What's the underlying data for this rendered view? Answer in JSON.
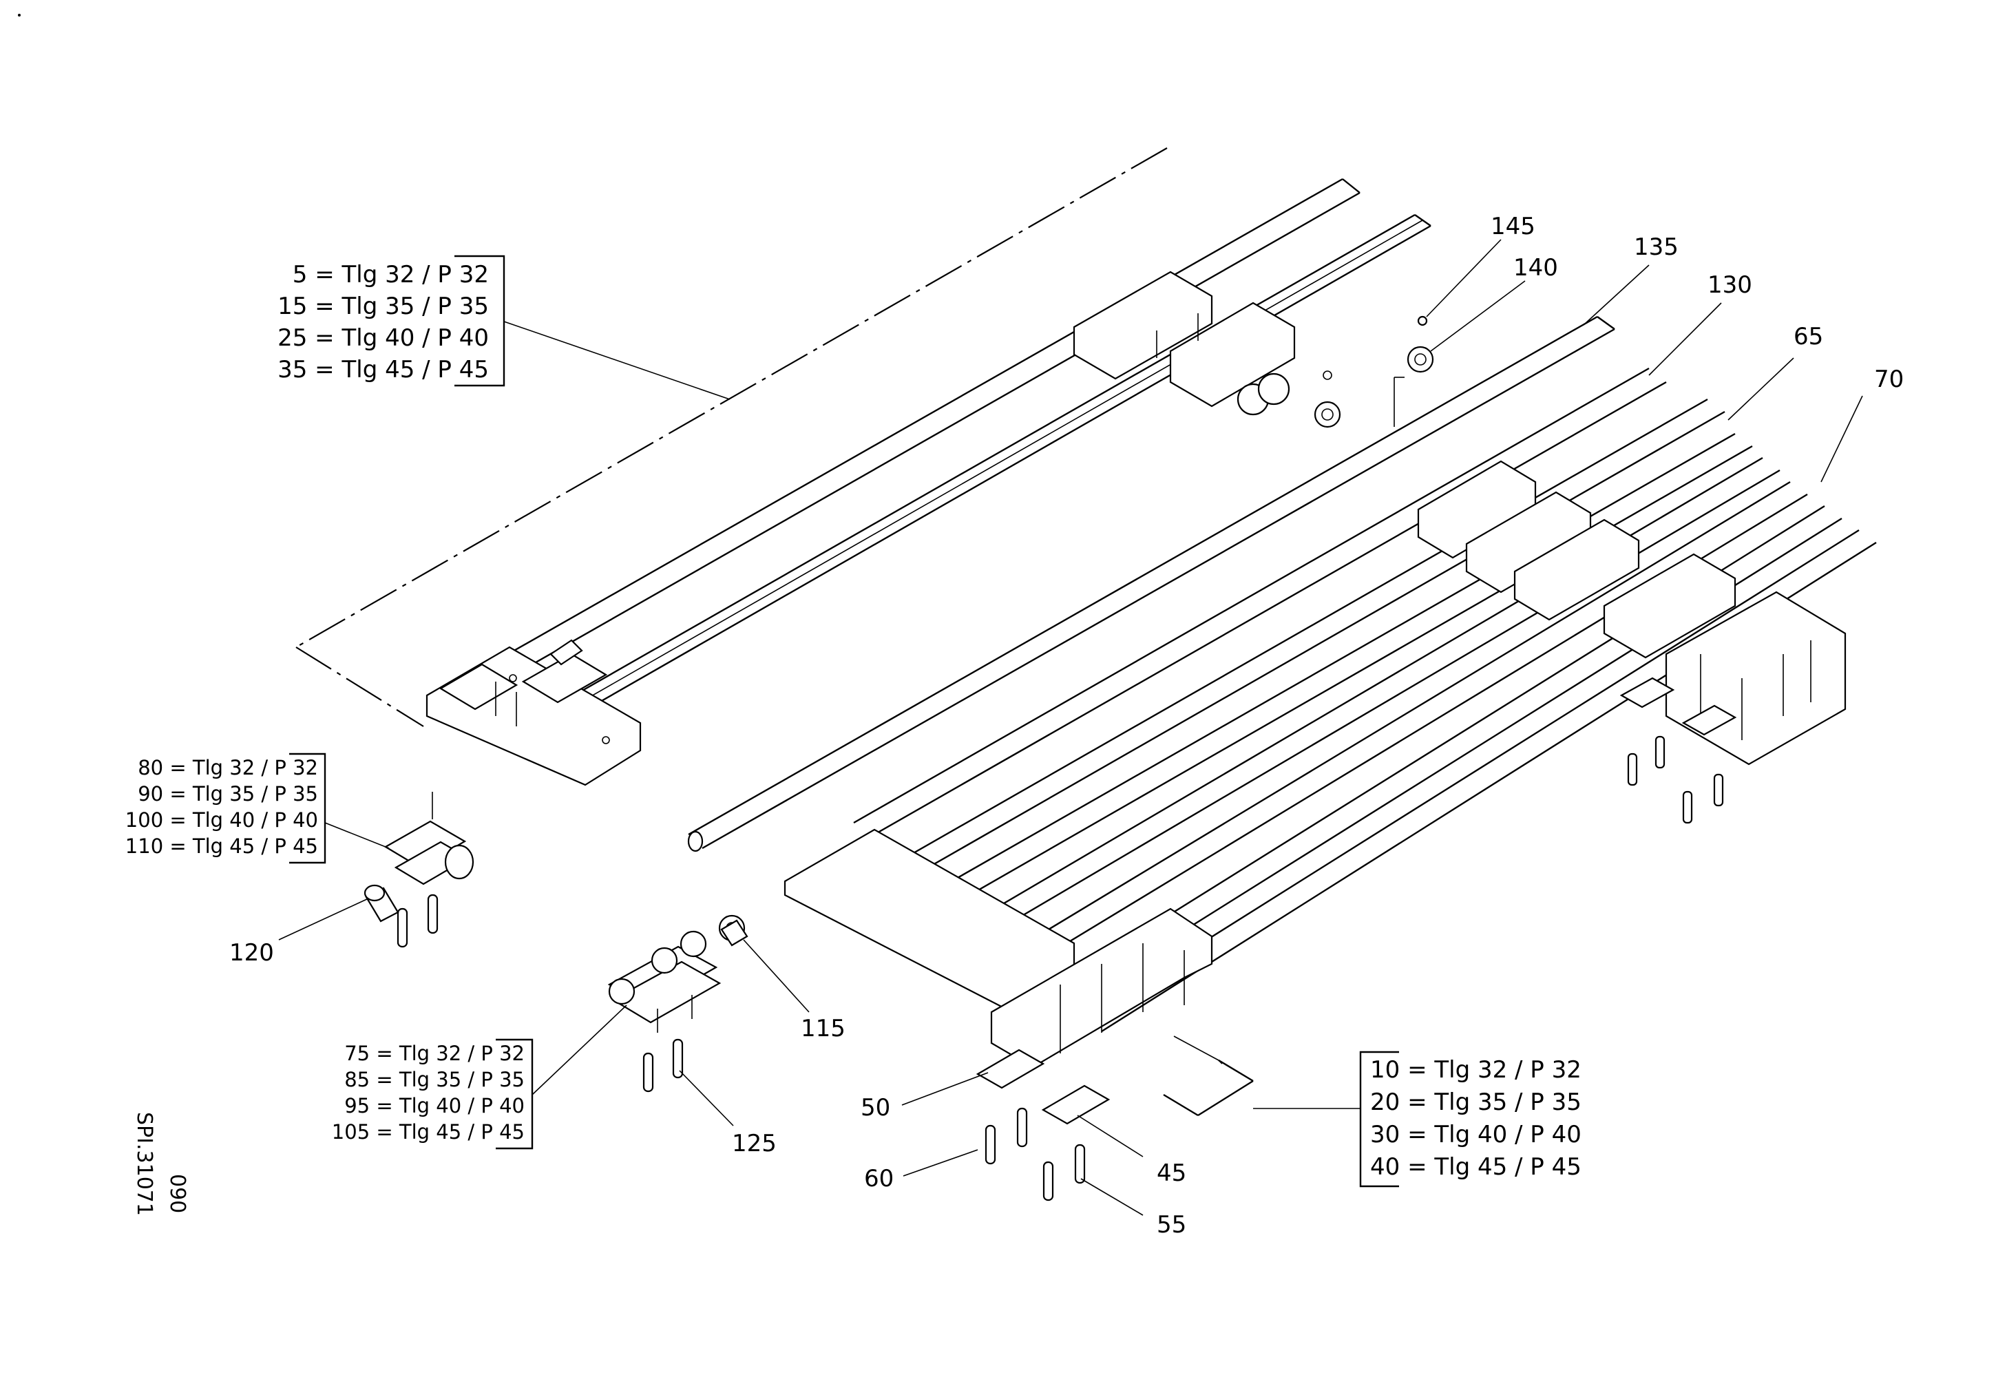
{
  "callouts": {
    "c145": "145",
    "c140": "140",
    "c135": "135",
    "c130": "130",
    "c65": "65",
    "c70": "70",
    "c120": "120",
    "c115": "115",
    "c125": "125",
    "c50": "50",
    "c60": "60",
    "c45": "45",
    "c55": "55"
  },
  "tables": {
    "top_left": [
      "5 = Tlg 32 / P 32",
      "15 = Tlg 35 / P 35",
      "25 = Tlg 40 / P 40",
      "35 = Tlg 45 / P 45"
    ],
    "mid_left": [
      "80 = Tlg 32 / P 32",
      "90 = Tlg 35 / P 35",
      "100 = Tlg 40 / P 40",
      "110 = Tlg 45 / P 45"
    ],
    "bottom_left": [
      "75 = Tlg 32 / P 32",
      "85 = Tlg 35 / P 35",
      "95 = Tlg 40 / P 40",
      "105 = Tlg 45 / P 45"
    ],
    "bottom_right": [
      "10 = Tlg 32 / P 32",
      "20 = Tlg 35 / P 35",
      "30 = Tlg 40 / P 40",
      "40 = Tlg 45 / P 45"
    ]
  },
  "drawing_id": {
    "line1": "SPI.31071",
    "line2": "090"
  }
}
